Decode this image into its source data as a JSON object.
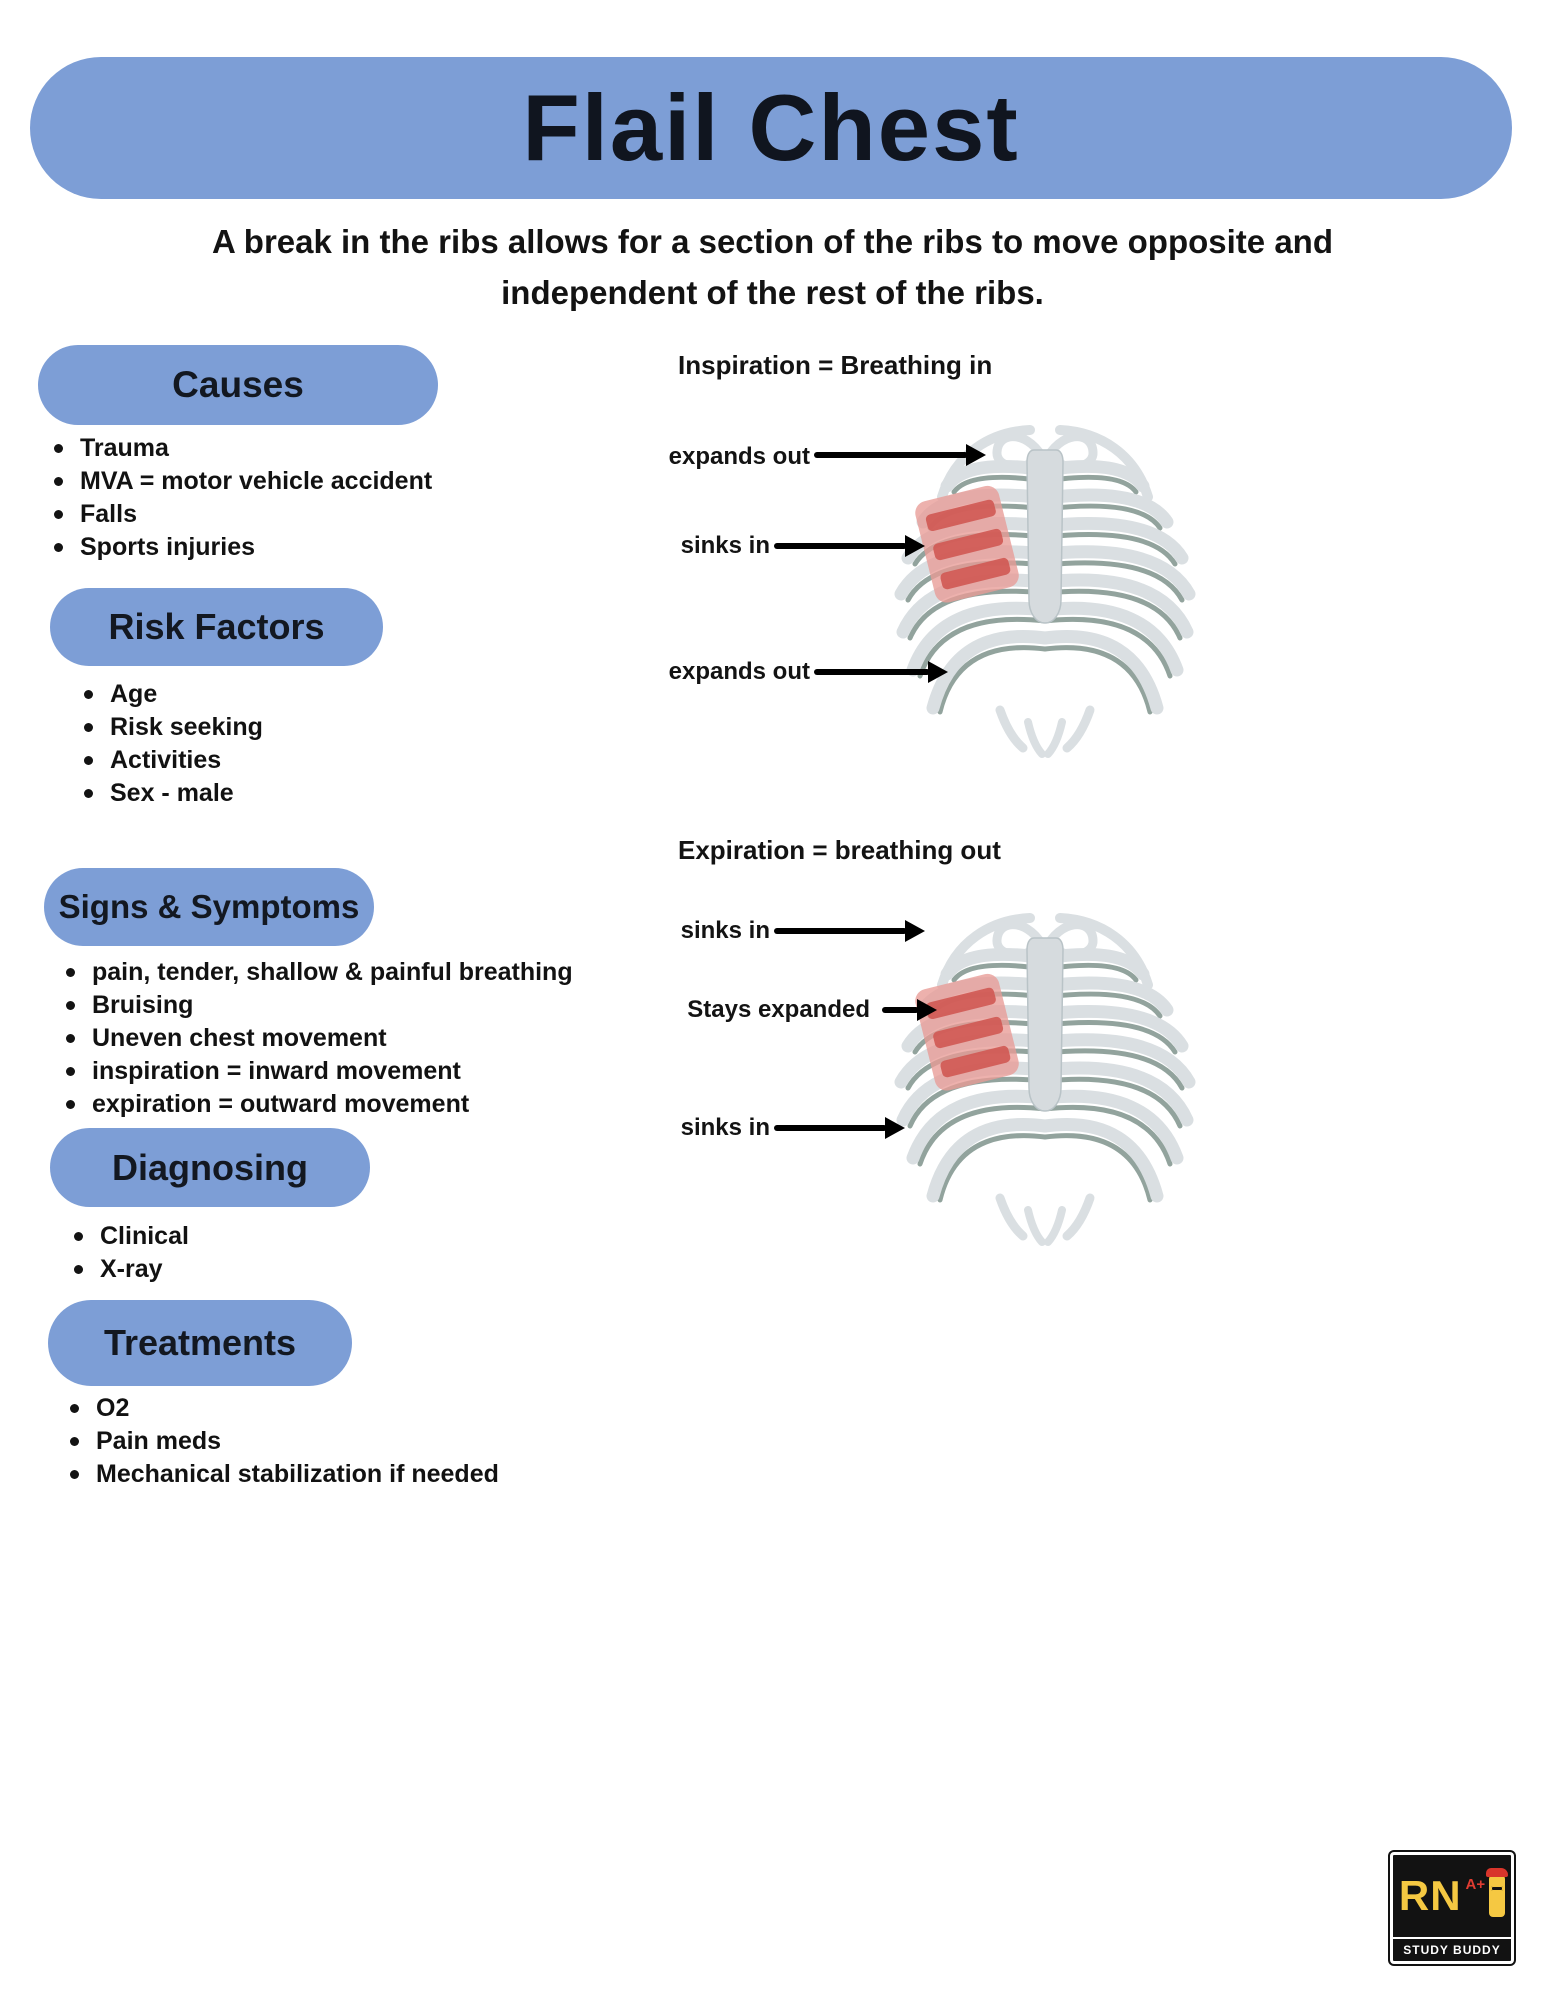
{
  "title": "Flail Chest",
  "subtitle_lines": [
    "A break in the ribs allows for a section of the ribs to move opposite and",
    "independent of the rest of the ribs."
  ],
  "sections": [
    {
      "heading": "Causes",
      "items": [
        "Trauma",
        "MVA = motor vehicle accident",
        "Falls",
        "Sports injuries"
      ]
    },
    {
      "heading": "Risk Factors",
      "items": [
        "Age",
        "Risk seeking",
        "Activities",
        "Sex - male"
      ]
    },
    {
      "heading": "Signs & Symptoms",
      "items": [
        "pain, tender, shallow & painful breathing",
        "Bruising",
        "Uneven chest movement",
        "inspiration = inward movement",
        "expiration = outward movement"
      ]
    },
    {
      "heading": "Diagnosing",
      "items": [
        "Clinical",
        "X-ray"
      ]
    },
    {
      "heading": "Treatments",
      "items": [
        "O2",
        "Pain meds",
        "Mechanical stabilization if needed"
      ]
    }
  ],
  "diagrams": [
    {
      "caption": "Inspiration = Breathing in",
      "labels": [
        {
          "text": "expands out"
        },
        {
          "text": "sinks in"
        },
        {
          "text": "expands out"
        }
      ]
    },
    {
      "caption": "Expiration = breathing out",
      "labels": [
        {
          "text": "sinks in"
        },
        {
          "text": "Stays expanded"
        },
        {
          "text": "sinks in"
        }
      ]
    }
  ],
  "logo": {
    "rn": "RN",
    "badge": "A+",
    "study_buddy": "STUDY BUDDY"
  },
  "colors": {
    "pill_blue": "#7d9ed6",
    "flail_pink": "#e89b96",
    "flail_red": "#d05a55",
    "rib_gray": "#dadfe2",
    "rib_accent": "#7f948c"
  }
}
